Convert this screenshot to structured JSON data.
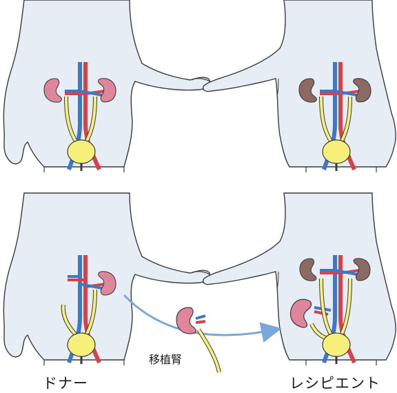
{
  "labels": {
    "donor": "ドナー",
    "recipient": "レシピエント",
    "transplanted_kidney": "移植腎"
  },
  "colors": {
    "body_fill": "#e6edf5",
    "outline": "#3a3a3a",
    "artery": "#d8404a",
    "vein": "#3c78c8",
    "ureter_bladder": "#f6ef7a",
    "kidney_healthy": "#e0869a",
    "kidney_failed": "#8a6a62",
    "arrow": "#7aa6d8"
  }
}
